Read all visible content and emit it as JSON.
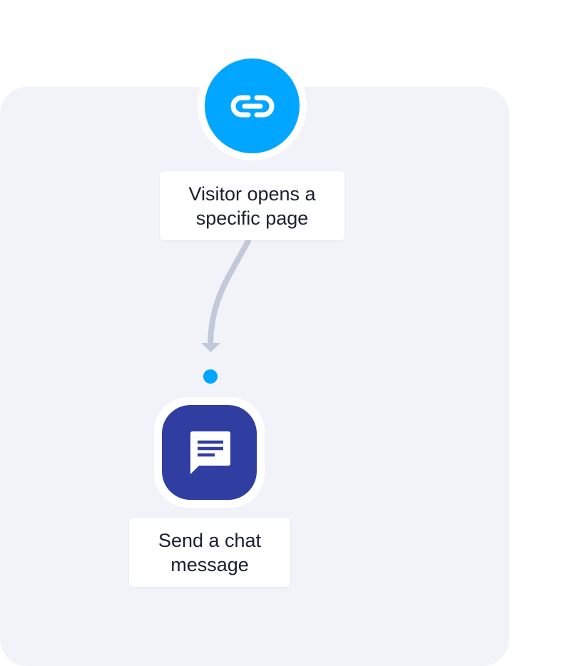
{
  "colors": {
    "panel_background": "#f1f3f9",
    "trigger_accent": "#00a6ff",
    "action_accent": "#313ea1",
    "connector": "#c2c9d8",
    "connection_dot": "#00a6ff",
    "icon_foreground": "#ffffff"
  },
  "trigger": {
    "icon": "link-icon",
    "label_line1": "Visitor opens a",
    "label_line2": "specific page"
  },
  "action": {
    "icon": "chat-message-icon",
    "label_line1": "Send a chat",
    "label_line2": "message"
  }
}
